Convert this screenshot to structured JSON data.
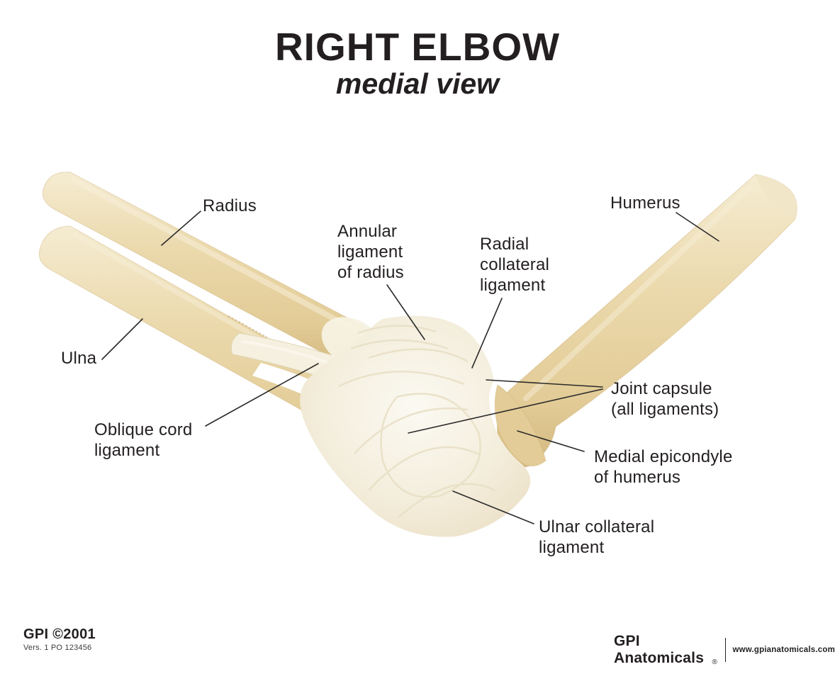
{
  "title": {
    "main": "RIGHT ELBOW",
    "subtitle": "medial view"
  },
  "labels": {
    "radius": "Radius",
    "annular_ligament": "Annular\nligament\nof radius",
    "radial_collateral": "Radial\ncollateral\nligament",
    "humerus": "Humerus",
    "ulna": "Ulna",
    "joint_capsule": "Joint capsule\n(all ligaments)",
    "oblique_cord": "Oblique cord\nligament",
    "medial_epicondyle": "Medial epicondyle\nof humerus",
    "ulnar_collateral": "Ulnar collateral\nligament"
  },
  "footer": {
    "publisher": "GPI ©2001",
    "version": "Vers. 1 PO 123456",
    "brand": "GPI Anatomicals",
    "registered_mark": "®",
    "website": "www.gpianatomicals.com"
  },
  "colors": {
    "background": "#ffffff",
    "text": "#231f20",
    "leader_line": "#2b2b2b",
    "bone_light": "#f5ecd2",
    "bone_mid": "#e8d4a4",
    "bone_dark": "#d6bb84",
    "capsule_light": "#faf7ed",
    "capsule_shadow": "#e7ddc2"
  }
}
